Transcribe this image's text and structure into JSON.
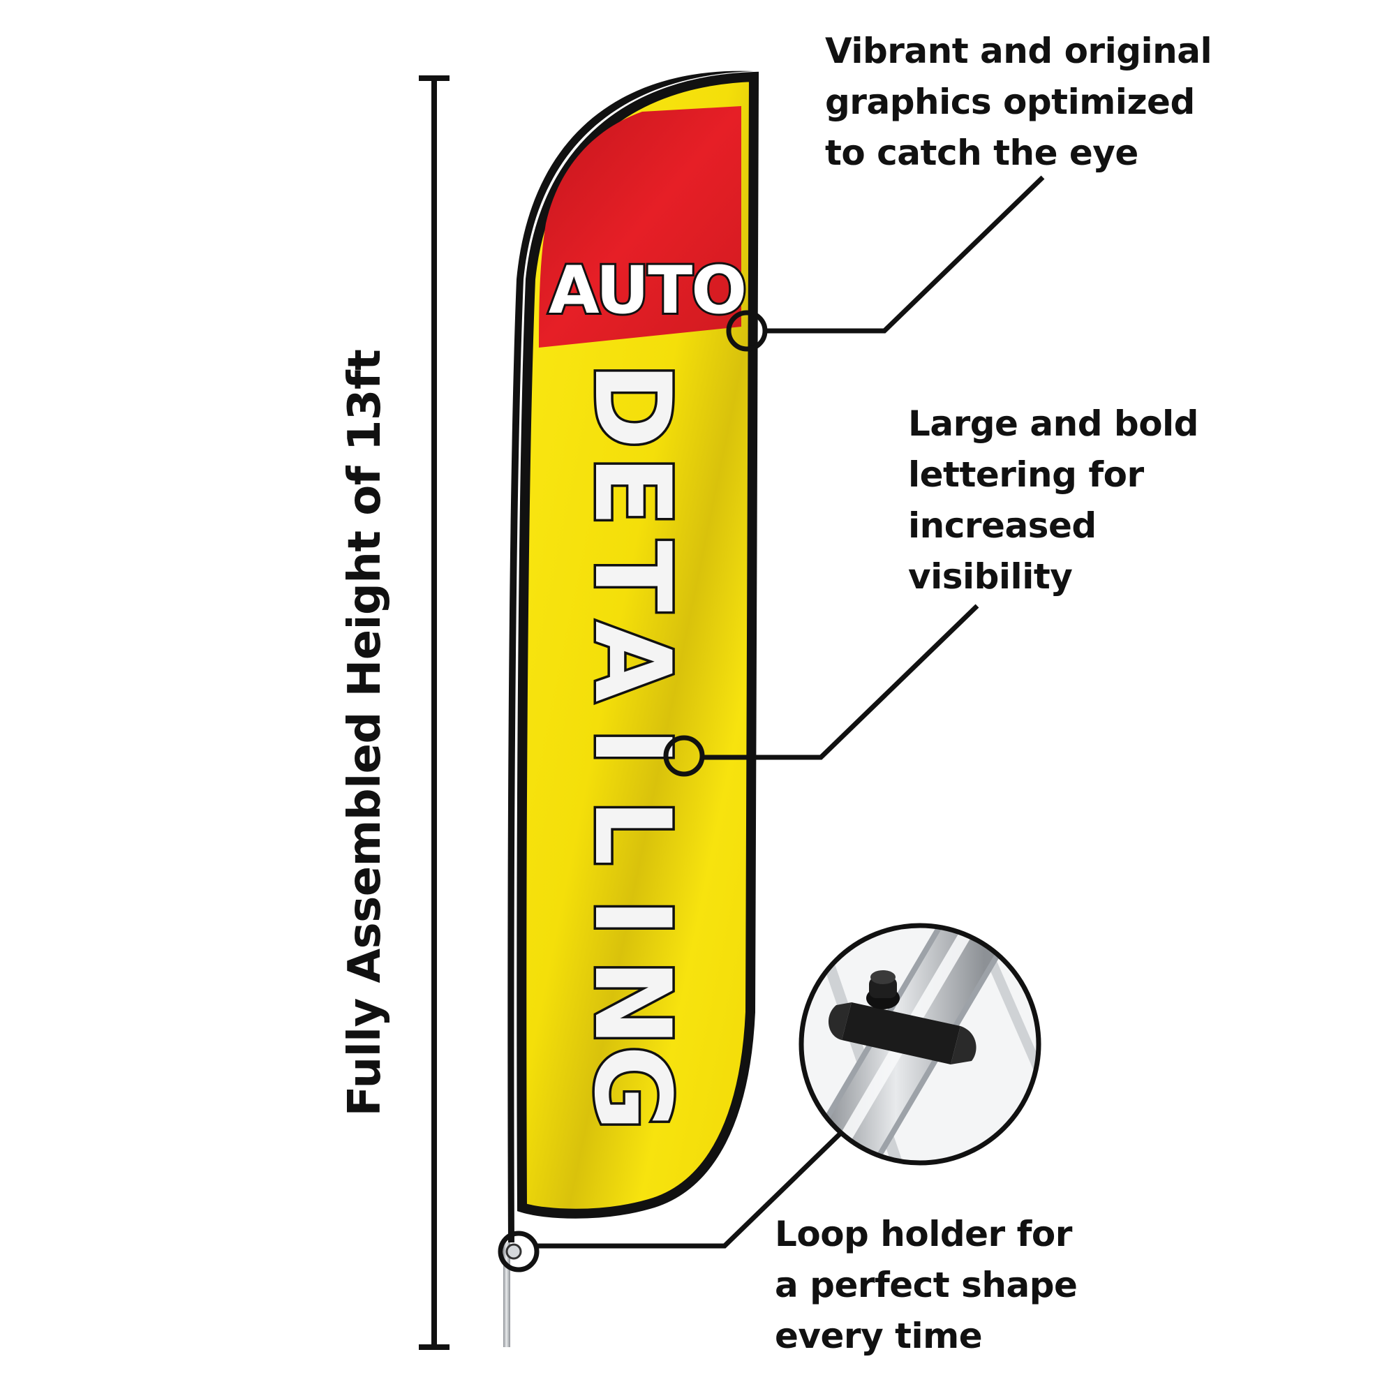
{
  "height_label": "Fully Assembled Height of 13ft",
  "flag": {
    "word_top": "AUTO",
    "word_main": "DETAILING",
    "colors": {
      "yellow": "#f7e308",
      "red": "#e01b22",
      "border": "#111111",
      "pole": "#bfc3c7"
    }
  },
  "callouts": [
    {
      "lines": [
        "Vibrant and original",
        "graphics optimized",
        "to catch the eye"
      ]
    },
    {
      "lines": [
        "Large and bold",
        "lettering for",
        "increased",
        "visibility"
      ]
    },
    {
      "lines": [
        "Loop holder for",
        "a perfect shape",
        "every time"
      ]
    }
  ],
  "inset_icon": "pole-clip-icon"
}
